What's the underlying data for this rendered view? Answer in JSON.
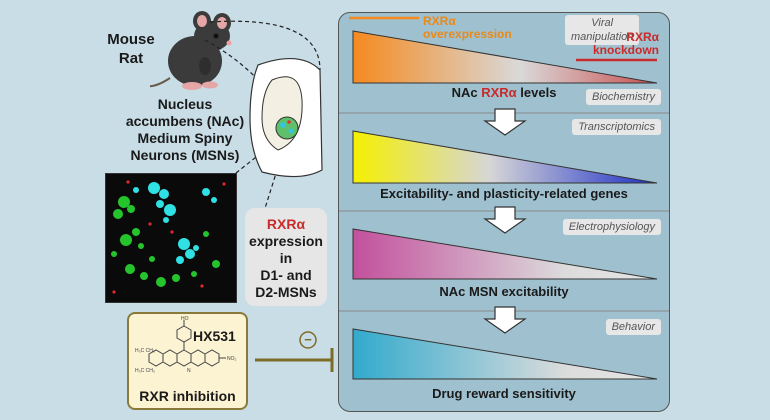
{
  "species": [
    "Mouse",
    "Rat"
  ],
  "region": {
    "nac": [
      "Nucleus",
      "accumbens (NAc)"
    ],
    "msn": [
      "Medium Spiny",
      "Neurons (MSNs)"
    ]
  },
  "expression_box": {
    "title": "RXRα",
    "lines": [
      "expression",
      "in",
      "D1- and",
      "D2-MSNs"
    ]
  },
  "inhibitor": {
    "compound": "HX531",
    "caption": "RXR inhibition",
    "symbol": "−"
  },
  "levels": {
    "overexpression_title": "RXRα",
    "overexpression_label": "overexpression",
    "viral_tag": [
      "Viral",
      "manipulation"
    ],
    "knockdown_title": "RXRα",
    "knockdown_label": "knockdown",
    "caption_prefix": "NAc",
    "caption_highlight": "RXRα",
    "caption_suffix": "levels",
    "method": "Biochemistry"
  },
  "genes": {
    "method": "Transcriptomics",
    "caption": "Excitability- and plasticity-related genes"
  },
  "excitability": {
    "method": "Electrophysiology",
    "caption": "NAc MSN excitability"
  },
  "reward": {
    "method": "Behavior",
    "caption": "Drug reward sensitivity"
  },
  "colors": {
    "background": "#c8dde6",
    "panel": "#9fc1cf",
    "orange": "#f58a1f",
    "red": "#c92a2a",
    "yellow": "#f5f000",
    "blue": "#1c2ec8",
    "magenta": "#c3509c",
    "teal": "#32aacd",
    "inhibitor_line": "#7d6b27"
  }
}
